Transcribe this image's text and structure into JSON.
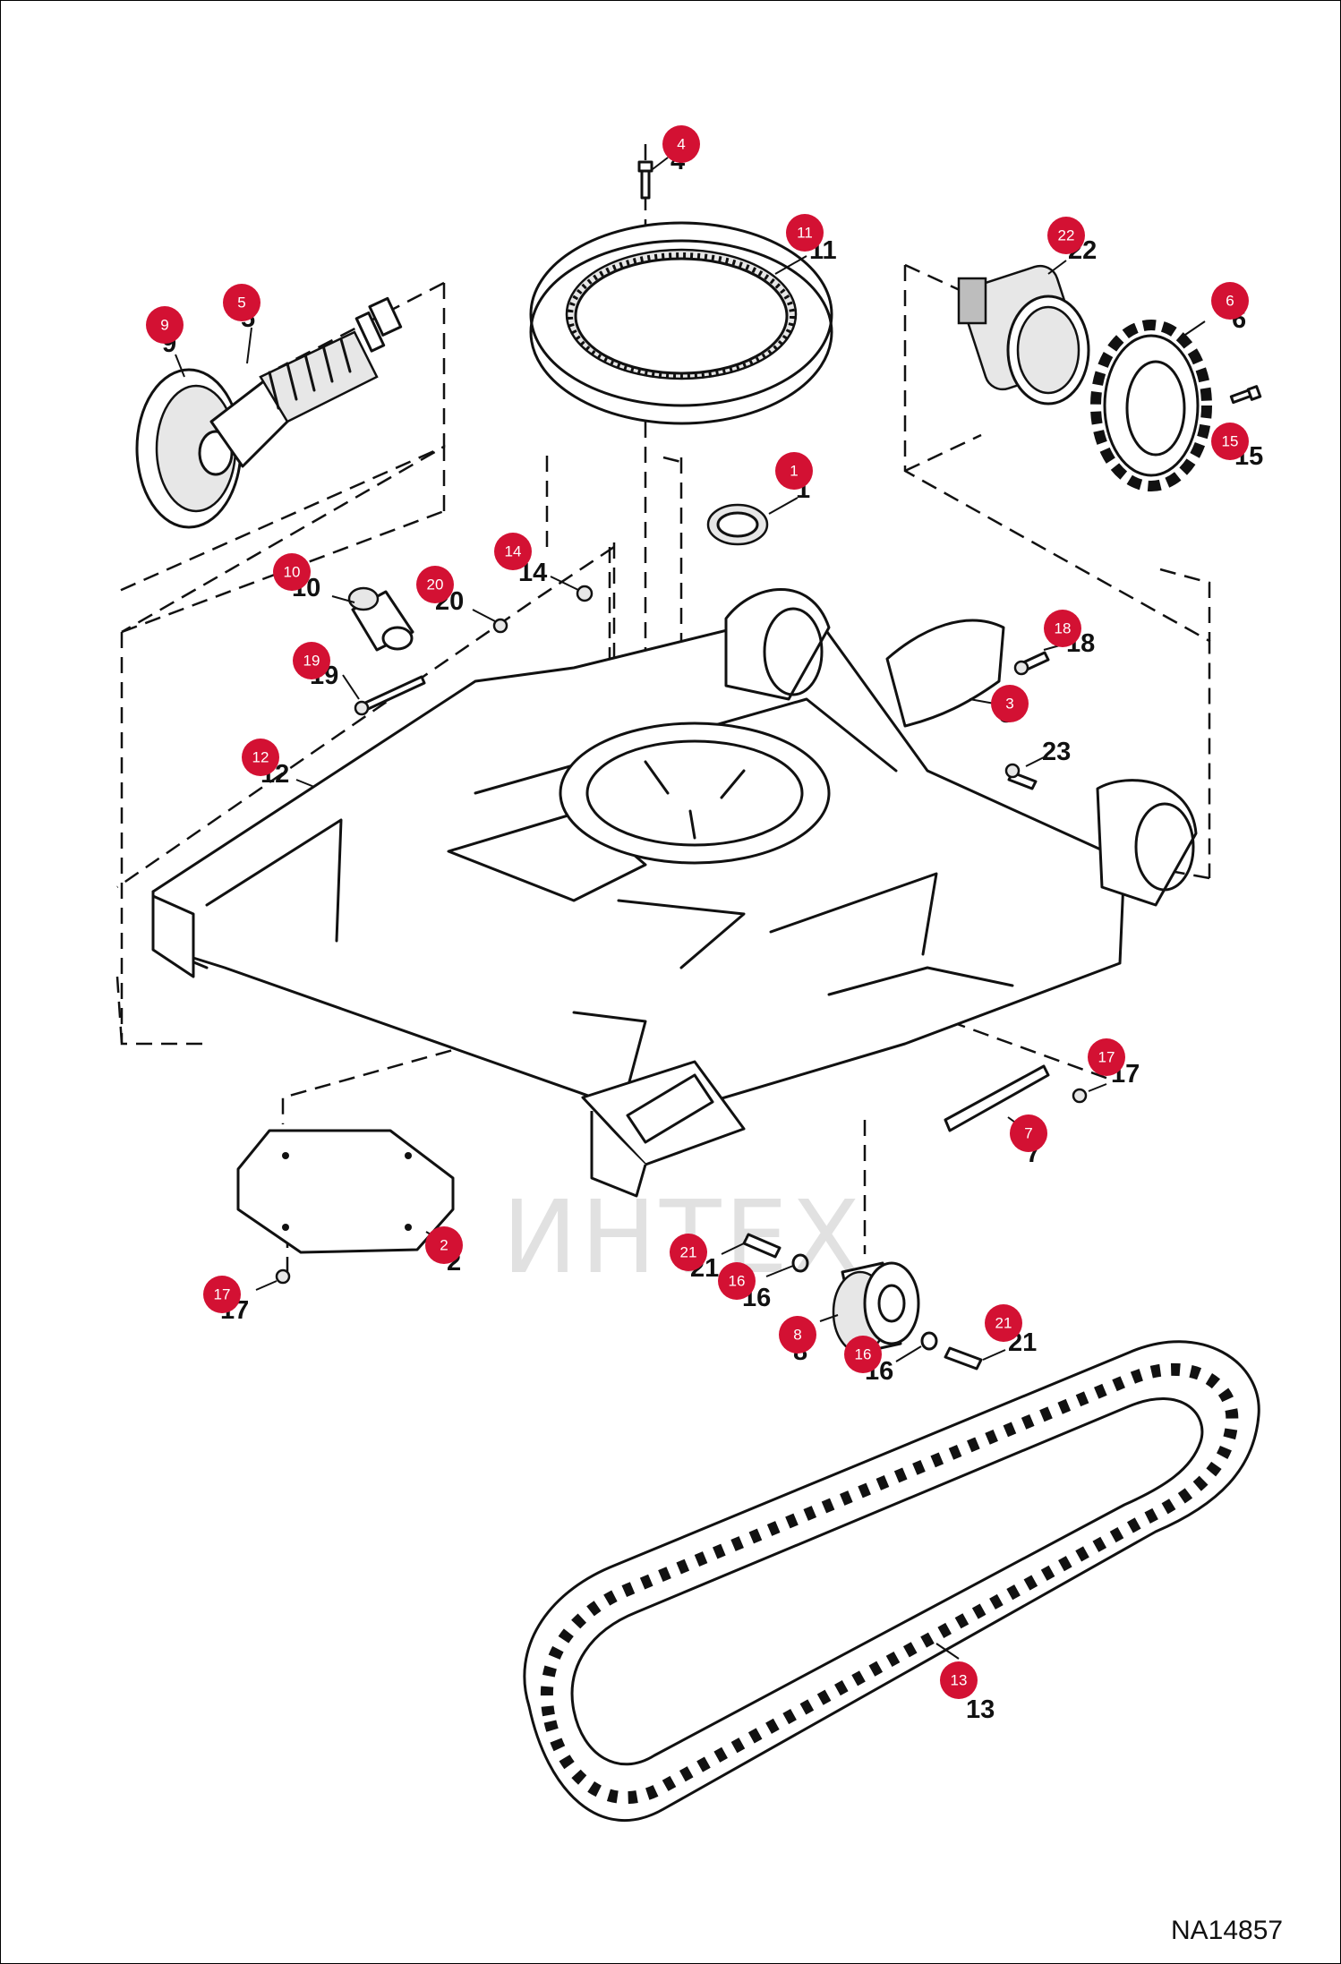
{
  "drawing_number": "NA14857",
  "watermark": "ИНТЕХ",
  "colors": {
    "badge": "#d31133",
    "line": "#111111",
    "watermark": "#f2a8a8"
  },
  "callouts": [
    {
      "id": "c4",
      "badge": "4",
      "label": "4"
    },
    {
      "id": "c11",
      "badge": "11",
      "label": "11"
    },
    {
      "id": "c22",
      "badge": "22",
      "label": "22"
    },
    {
      "id": "c6",
      "badge": "6",
      "label": "6"
    },
    {
      "id": "c15",
      "badge": "15",
      "label": "15"
    },
    {
      "id": "c9",
      "badge": "9",
      "label": "9"
    },
    {
      "id": "c5",
      "badge": "5",
      "label": "5"
    },
    {
      "id": "c1",
      "badge": "1",
      "label": "1"
    },
    {
      "id": "c14",
      "badge": "14",
      "label": "14"
    },
    {
      "id": "c10",
      "badge": "10",
      "label": "10"
    },
    {
      "id": "c20",
      "badge": "20",
      "label": "20"
    },
    {
      "id": "c18",
      "badge": "18",
      "label": "18"
    },
    {
      "id": "c19",
      "badge": "19",
      "label": "19"
    },
    {
      "id": "c3",
      "badge": "3",
      "label": "3"
    },
    {
      "id": "c23",
      "badge": "",
      "label": "23"
    },
    {
      "id": "c12",
      "badge": "12",
      "label": "12"
    },
    {
      "id": "c17a",
      "badge": "17",
      "label": "17"
    },
    {
      "id": "c7",
      "badge": "7",
      "label": "7"
    },
    {
      "id": "c2",
      "badge": "2",
      "label": "2"
    },
    {
      "id": "c21a",
      "badge": "21",
      "label": "21"
    },
    {
      "id": "c16a",
      "badge": "16",
      "label": "16"
    },
    {
      "id": "c17b",
      "badge": "17",
      "label": "17"
    },
    {
      "id": "c8",
      "badge": "8",
      "label": "8"
    },
    {
      "id": "c16b",
      "badge": "16",
      "label": "16"
    },
    {
      "id": "c21b",
      "badge": "21",
      "label": "21"
    },
    {
      "id": "c13",
      "badge": "13",
      "label": "13"
    }
  ]
}
